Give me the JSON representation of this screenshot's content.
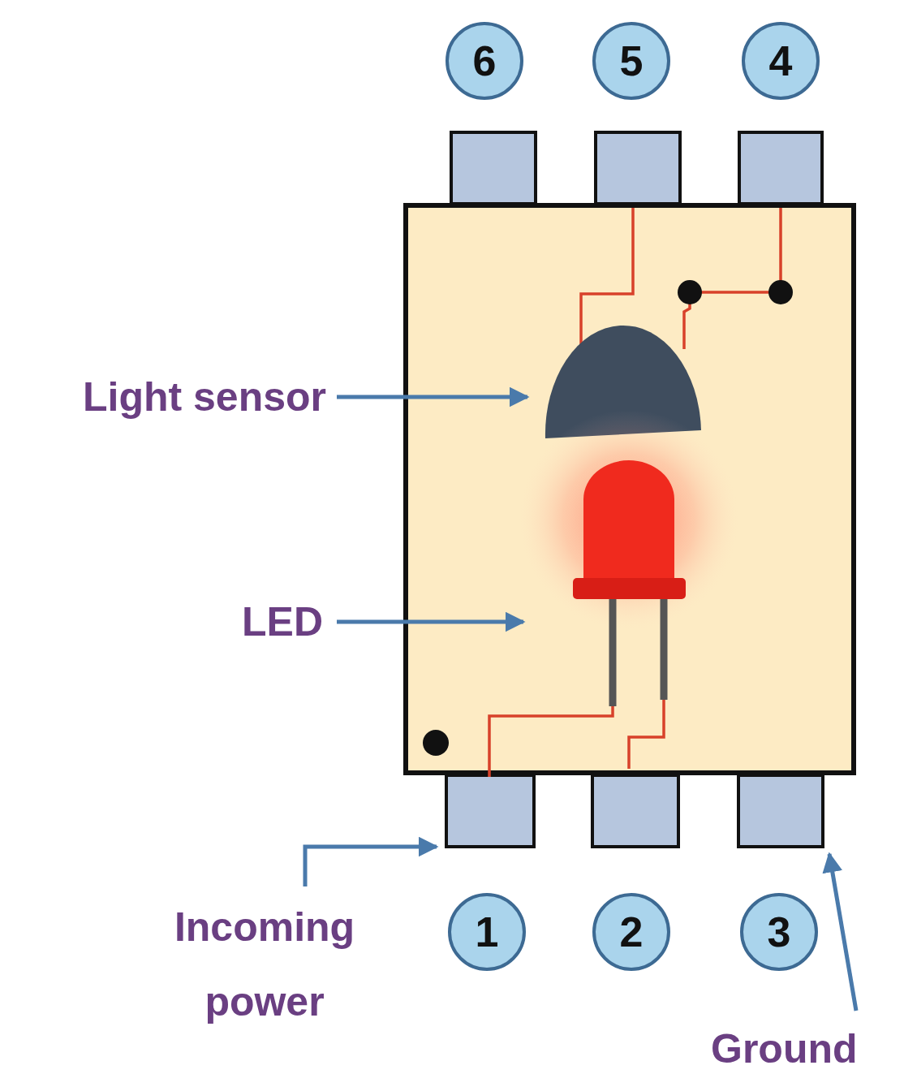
{
  "diagram": {
    "nodes": [
      {
        "text": [
          "6"
        ]
      },
      {
        "text": [
          "5"
        ]
      },
      {
        "text": [
          "4"
        ]
      },
      {
        "text": [
          "1"
        ]
      },
      {
        "text": [
          "2"
        ]
      },
      {
        "text": [
          "3"
        ]
      }
    ],
    "labels": [
      "Light sensor",
      "LED",
      "Incoming power",
      "Ground"
    ]
  }
}
